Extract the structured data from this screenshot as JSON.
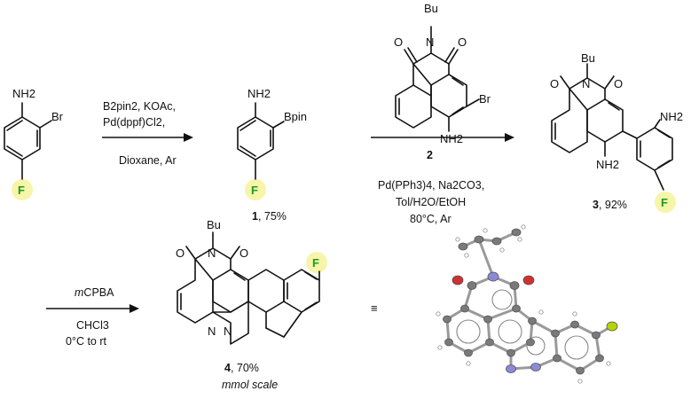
{
  "compounds": {
    "start": {
      "substituents": [
        "NH2",
        "Br",
        "F"
      ]
    },
    "c1": {
      "number": "1",
      "yield": ", 75%",
      "substituents": [
        "NH2",
        "Bpin",
        "F"
      ]
    },
    "c2": {
      "number": "2",
      "substituents": [
        "Bu",
        "N",
        "NH2",
        "Br"
      ]
    },
    "c3": {
      "number": "3",
      "yield": ", 92%",
      "substituents": [
        "Bu",
        "N",
        "NH2",
        "NH2",
        "F"
      ]
    },
    "c4": {
      "number": "4",
      "yield": ", 70%",
      "note": "mmol scale",
      "substituents": [
        "Bu",
        "N",
        "N",
        "N",
        "F"
      ]
    }
  },
  "steps": [
    {
      "lines": [
        "B2pin2, KOAc,",
        "Pd(dppf)Cl2,",
        "Dioxane, Ar"
      ]
    },
    {
      "lines": [
        "Pd(PPh3)4, Na2CO3,",
        "Tol/H2O/EtOH",
        "80°C, Ar"
      ]
    },
    {
      "lines": [
        "mCPBA",
        "CHCl3",
        "0°C to rt"
      ]
    }
  ],
  "equivalence_symbol": "≡",
  "colors": {
    "fluorine": "#1f9a1f",
    "highlight": "#f6f39a",
    "nitrogen_crystal": "#8a8ad8",
    "fluorine_crystal": "#b8d400"
  }
}
